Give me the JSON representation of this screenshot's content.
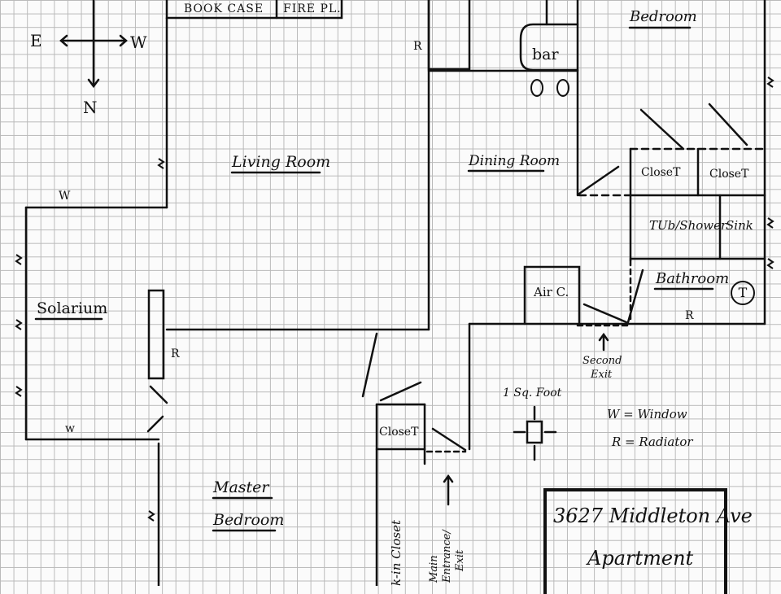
{
  "compass": {
    "east": "E",
    "west": "W",
    "north": "N"
  },
  "rooms": {
    "living_room": "Living Room",
    "dining_room": "Dining Room",
    "solarium": "Solarium",
    "bedroom": "Bedroom",
    "bathroom": "Bathroom",
    "master_1": "Master",
    "master_2": "Bedroom"
  },
  "fixtures": {
    "bookcase": "BOOK CASE",
    "fireplace": "FIRE PL.",
    "bar": "bar",
    "closet_1": "CloseT",
    "closet_2": "CloseT",
    "closet_3": "CloseT",
    "walkin_closet": "k-in Closet",
    "tub_shower": "TUb/Shower",
    "sink": "Sink",
    "air_c": "Air C.",
    "toilet": "T"
  },
  "markers": {
    "window": "W",
    "window_lower": "w",
    "radiator": "R"
  },
  "exits": {
    "second_1": "Second",
    "second_2": "Exit",
    "main_1": "Main",
    "main_2": "Entrance/",
    "main_3": "Exit"
  },
  "legend": {
    "scale": "1 Sq. Foot",
    "window": "W = Window",
    "radiator": "R = Radiator"
  },
  "address": {
    "line1": "3627 Middleton Ave",
    "line2": "Apartment"
  },
  "colors": {
    "ink": "#111111",
    "grid": "#b9b9b9",
    "paper": "#fbfbfb"
  }
}
